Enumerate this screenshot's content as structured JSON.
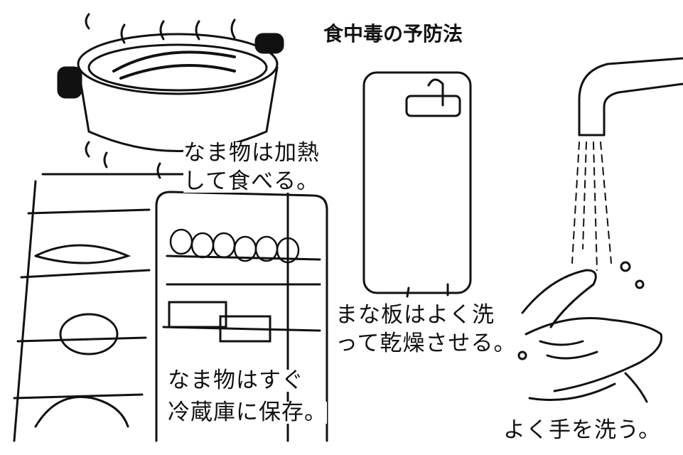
{
  "title": "食中毒の予防法",
  "captions": {
    "cook": [
      "なま物は加熱",
      "して食べる。"
    ],
    "board": [
      "まな板はよく洗",
      "って乾燥させる。"
    ],
    "fridge": [
      "なま物はすぐ",
      "冷蔵庫に保存。"
    ],
    "hands": [
      "よく手を洗う。"
    ]
  },
  "colors": {
    "ink": "#111111",
    "paper": "#ffffff"
  }
}
